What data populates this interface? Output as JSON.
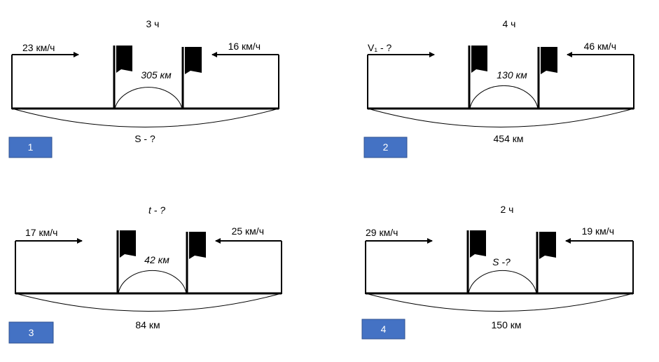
{
  "colors": {
    "badge": "#4472C4",
    "badge_border": "#2F528F",
    "line": "#000000"
  },
  "problems": [
    {
      "number": "1",
      "time": "3 ч",
      "left_speed": "23 км/ч",
      "right_speed": "16 км/ч",
      "gap": "305 км",
      "total": "S - ?"
    },
    {
      "number": "2",
      "time": "4 ч",
      "left_speed": "V₁ - ?",
      "right_speed": "46 км/ч",
      "gap": "130 км",
      "total": "454 км"
    },
    {
      "number": "3",
      "time": "t - ?",
      "left_speed": "17 км/ч",
      "right_speed": "25 км/ч",
      "gap": "42 км",
      "total": "84 км"
    },
    {
      "number": "4",
      "time": "2 ч",
      "left_speed": "29 км/ч",
      "right_speed": "19 км/ч",
      "gap": "S -?",
      "total": "150 км"
    }
  ]
}
